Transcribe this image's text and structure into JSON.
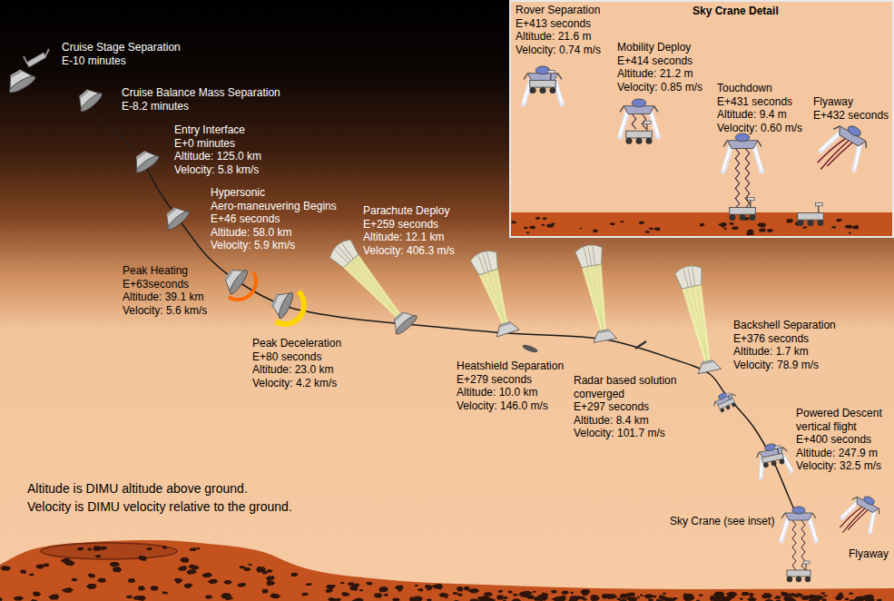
{
  "diagram": {
    "nodes": [
      {
        "text": [
          "Sky Crane Detail"
        ]
      }
    ],
    "labels": [
      "Cruise Stage Separation",
      "E-10 minutes",
      "Cruise Balance Mass Separation",
      "E-8.2 minutes",
      "Entry Interface",
      "E+0 minutes",
      "Altitude: 125.0 km",
      "Velocity: 5.8 km/s",
      "Hypersonic",
      "Aero-maneuvering Begins",
      "E+46 seconds",
      "Altitude: 58.0 km",
      "Velocity: 5.9 km/s",
      "Peak Heating",
      "E+63seconds",
      "Altitude: 39.1 km",
      "Velocity: 5.6 km/s",
      "Peak Deceleration",
      "E+80 seconds",
      "Altitude: 23.0 km",
      "Velocity: 4.2 km/s",
      "Parachute Deploy",
      "E+259 seconds",
      "Altitude: 12.1 km",
      "Velocity: 406.3 m/s",
      "Heatshield Separation",
      "E+279 seconds",
      "Altitude: 10.0 km",
      "Velocity: 146.0 m/s",
      "Radar based solution",
      "converged",
      "E+297 seconds",
      "Altitude: 8.4 km",
      "Velocity: 101.7 m/s",
      "Backshell Separation",
      "E+376 seconds",
      "Altitude: 1.7 km",
      "Velocity: 78.9 m/s",
      "Powered Descent",
      "vertical flight",
      "E+400 seconds",
      "Altitude: 247.9 m",
      "Velocity: 32.5 m/s",
      "Sky Crane (see inset)",
      "Flyaway",
      "Altitude is DIMU altitude above ground.",
      "Velocity is DIMU velocity relative to the ground.",
      "Rover Separation",
      "E+413 seconds",
      "Altitude: 21.6 m",
      "Velocity: 0.74 m/s",
      "Mobility Deploy",
      "E+414 seconds",
      "Altitude: 21.2 m",
      "Velocity: 0.85 m/s",
      "Touchdown",
      "E+431 seconds",
      "Altitude: 9.4 m",
      "Velocity: 0.60 m/s",
      "Flyaway",
      "E+432 seconds"
    ]
  }
}
